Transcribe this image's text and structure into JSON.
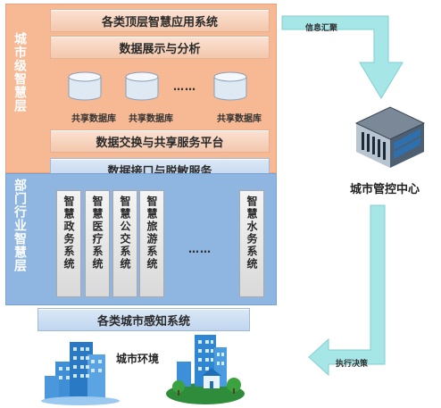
{
  "city_layer": {
    "label": "城市级智慧层",
    "top_bar": "各类顶层智慧应用系统",
    "display_bar": "数据展示与分析",
    "databases": [
      "共享数据库",
      "共享数据库",
      "共享数据库"
    ],
    "db_ellipsis": "……",
    "exchange_bar": "数据交换与共享服务平台",
    "interface_bar": "数据接口与脱敏服务"
  },
  "dept_layer": {
    "label": "部门行业智慧层",
    "systems": [
      "智慧政务系统",
      "智慧医疗系统",
      "智慧公交系统",
      "智慧旅游系统",
      "智慧水务系统"
    ],
    "sys_ellipsis": "……"
  },
  "perception_bar": "各类城市感知系统",
  "environment_label": "城市环境",
  "control_center_label": "城市管控中心",
  "arrow_top_label": "信息汇聚",
  "arrow_bottom_label": "执行决策",
  "colors": {
    "city_layer": "#f7b994",
    "dept_layer": "#8fb6e1",
    "arrow": "#a6e6e6"
  }
}
